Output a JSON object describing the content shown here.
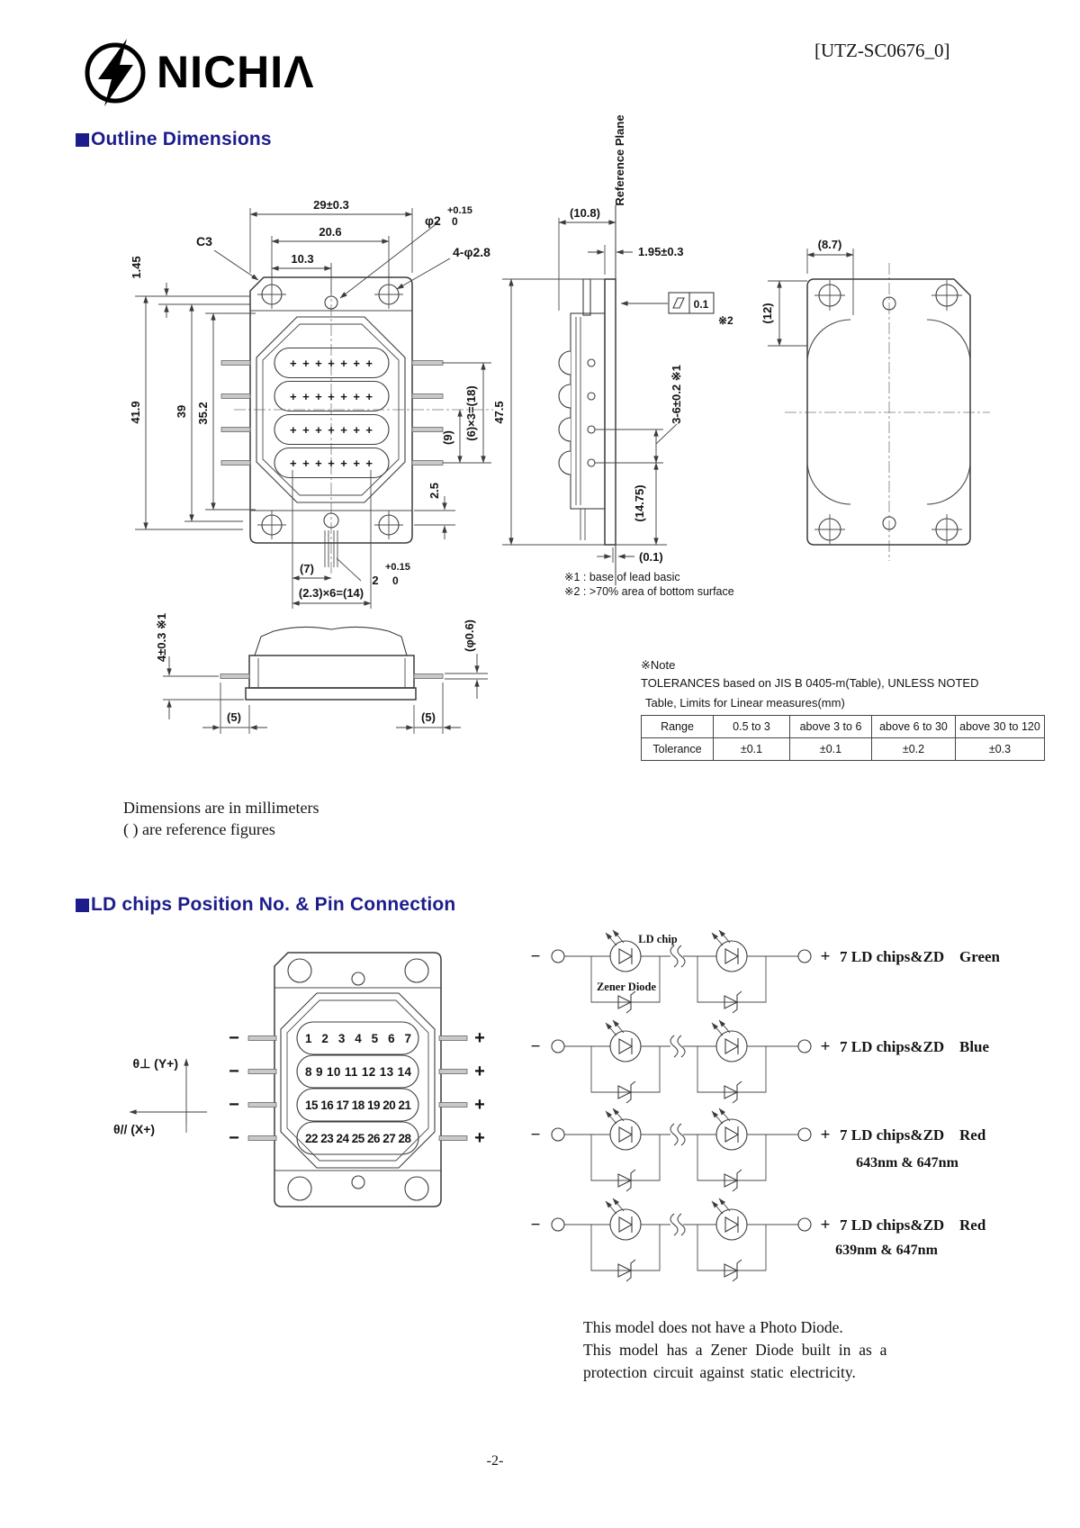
{
  "header": {
    "brand": "NICHIΛ",
    "doc_number": "[UTZ-SC0676_0]"
  },
  "sections": {
    "outline_title": "Outline Dimensions",
    "pins_title": "LD chips Position No. & Pin Connection"
  },
  "colors": {
    "heading": "#1c1c8c",
    "line": "#3c3c3c"
  },
  "front_view": {
    "w29": "29±0.3",
    "w206": "20.6",
    "w103": "10.3",
    "c3": "C3",
    "d145": "1.45",
    "phi2": "φ2",
    "phi2_tol_top": "+0.15",
    "phi2_tol_bot": "0",
    "holes4": "4-φ2.8",
    "h419": "41.9",
    "h39": "39",
    "h352": "35.2",
    "p6x3": "(6)×3=(18)",
    "p9": "(9)",
    "d25": "2.5",
    "p7": "(7)",
    "lead_w": "2",
    "lead_w_tol_top": "+0.15",
    "lead_w_tol_bot": "0",
    "p23x6": "(2.3)×6=(14)",
    "chip_marks": "+++++++"
  },
  "side_view": {
    "reference_plane": "Reference Plane",
    "p108": "(10.8)",
    "d195": "1.95±0.3",
    "flatness": "0.1",
    "flatness_ref": "※2",
    "lead_span": "3-6±0.2 ※1",
    "p1475": "(14.75)",
    "p01": "(0.1)",
    "h475": "47.5",
    "note1": "※1 : base of lead basic",
    "note2": "※2 : >70% area of bottom surface"
  },
  "rear_view": {
    "p87": "(8.7)",
    "p12": "(12)"
  },
  "bottom_view": {
    "h4": "4±0.3 ※1",
    "phi06": "(φ0.6)",
    "p5": "(5)"
  },
  "notes": {
    "title": "※Note",
    "tolerances": "TOLERANCES based on JIS B 0405-m(Table), UNLESS NOTED",
    "table_title": "Table, Limits for Linear measures(mm)",
    "units_line1": "Dimensions are in millimeters",
    "units_line2": "( ) are reference figures"
  },
  "tolerance_table": {
    "header": [
      "Range",
      "0.5 to 3",
      "above 3 to 6",
      "above 6 to 30",
      "above 30 to 120"
    ],
    "row": [
      "Tolerance",
      "±0.1",
      "±0.1",
      "±0.2",
      "±0.3"
    ]
  },
  "axes": {
    "y_label": "θ⊥ (Y+)",
    "x_label": "θ// (X+)"
  },
  "pin_diagram": {
    "rows": [
      "1 2 3 4 5 6 7",
      "8 9 10 11 12 13 14",
      "15 16 17 18 19 20 21",
      "22 23 24 25 26 27 28"
    ],
    "minus": "−",
    "plus": "+"
  },
  "circuits": {
    "ld_chip_label": "LD chip",
    "zener_label": "Zener Diode",
    "minus": "−",
    "plus": "+",
    "rows": [
      {
        "desc": "7 LD chips&ZD",
        "color": "Green",
        "wavelengths": ""
      },
      {
        "desc": "7 LD chips&ZD",
        "color": "Blue",
        "wavelengths": ""
      },
      {
        "desc": "7 LD chips&ZD",
        "color": "Red",
        "wavelengths": "643nm & 647nm"
      },
      {
        "desc": "7 LD chips&ZD",
        "color": "Red",
        "wavelengths": "639nm & 647nm"
      }
    ]
  },
  "model_note": {
    "line1": "This model does not have a Photo Diode.",
    "line2": "This model has a Zener Diode built in as a",
    "line3": "protection circuit against static electricity."
  },
  "footer": {
    "page": "-2-"
  }
}
